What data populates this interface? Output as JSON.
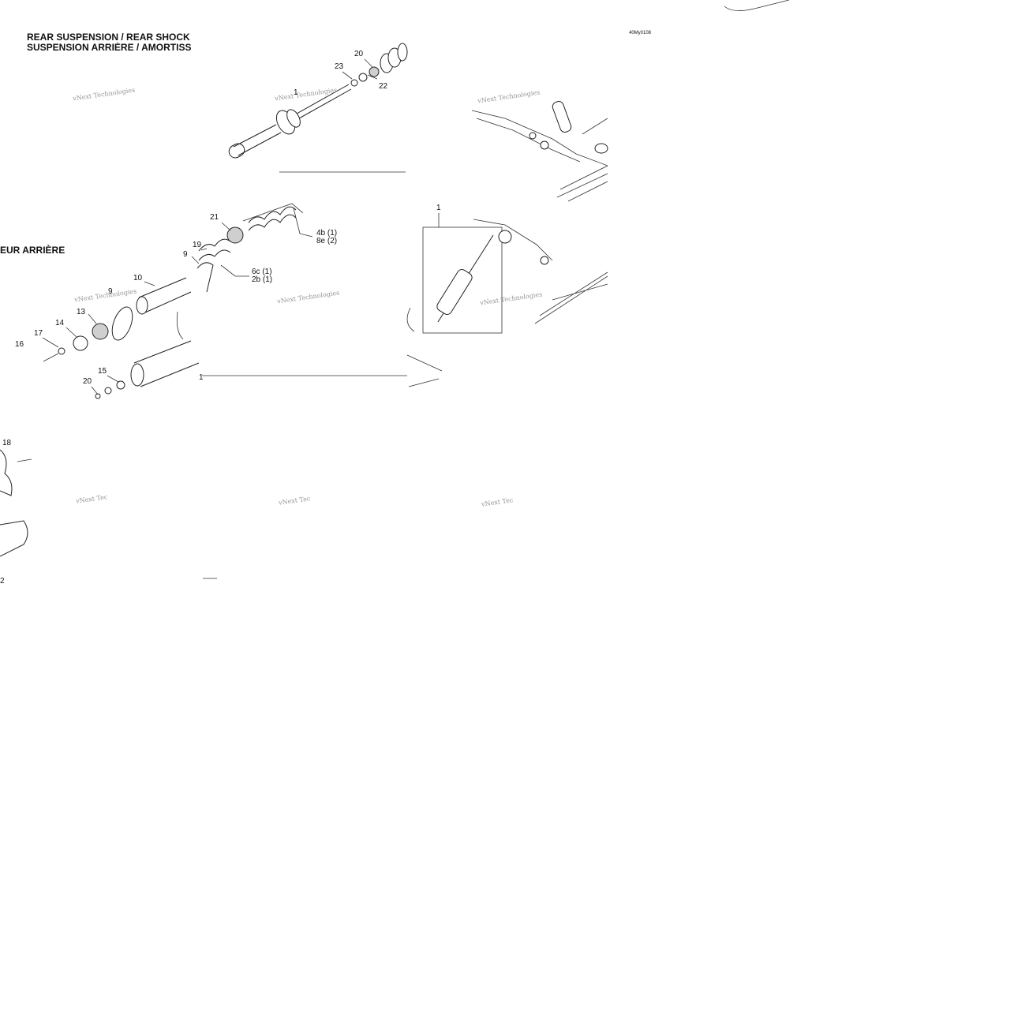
{
  "header": {
    "title_en": "REAR SUSPENSION / REAR SHOCK",
    "title_fr": "SUSPENSION ARRIÈRE / AMORTISS",
    "title_fr_fragment": "EUR ARRIÈRE",
    "diagram_code": "40My0108"
  },
  "watermark": {
    "text": "vNext Technologies",
    "partial_a": "vNext Tec",
    "partial_b": "vNext Tec"
  },
  "callouts": {
    "c1": "1",
    "c1b": "1",
    "c2": "2",
    "c9a": "9",
    "c9b": "9",
    "c10": "10",
    "c13": "13",
    "c14": "14",
    "c15": "15",
    "c16": "16",
    "c17": "17",
    "c18": "18",
    "c19": "19",
    "c20a": "20",
    "c20b": "20",
    "c21": "21",
    "c22": "22",
    "c23": "23",
    "kit_4b": "4b (1)",
    "kit_8e": "8e (2)",
    "kit_6c": "6c (1)",
    "kit_2b": "2b (1)"
  }
}
